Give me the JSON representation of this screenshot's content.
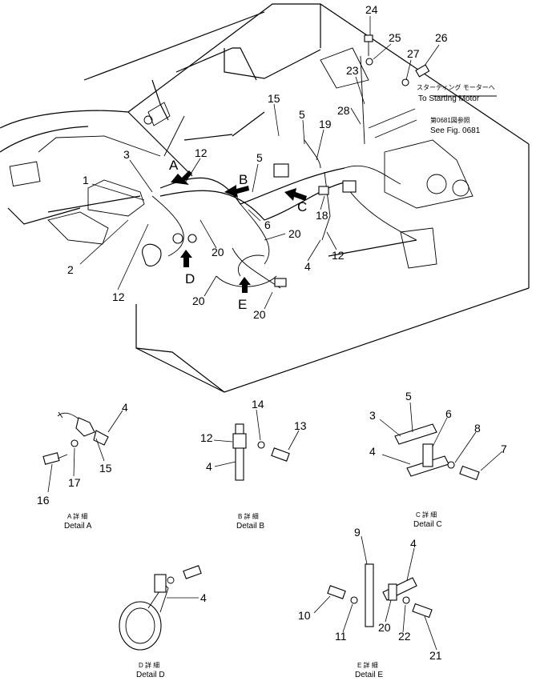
{
  "numbers": {
    "n24": "24",
    "n25": "25",
    "n26": "26",
    "n27": "27",
    "n23": "23",
    "n28": "28",
    "n15": "15",
    "n5a": "5",
    "n19": "19",
    "n3": "3",
    "n12a": "12",
    "n5b": "5",
    "n1": "1",
    "n18": "18",
    "n6": "6",
    "n20a": "20",
    "n20b": "20",
    "n2": "2",
    "n12b": "12",
    "n4": "4",
    "n12c": "12",
    "n20c": "20",
    "n20d": "20",
    "dA_4": "4",
    "dA_15": "15",
    "dA_16": "16",
    "dA_17": "17",
    "dB_14": "14",
    "dB_13": "13",
    "dB_12": "12",
    "dB_4": "4",
    "dC_5": "5",
    "dC_3": "3",
    "dC_6": "6",
    "dC_8": "8",
    "dC_4": "4",
    "dC_7": "7",
    "dD_4": "4",
    "dE_9": "9",
    "dE_4": "4",
    "dE_10": "10",
    "dE_11": "11",
    "dE_20": "20",
    "dE_22": "22",
    "dE_21": "21"
  },
  "arrows": {
    "A": "A",
    "B": "B",
    "C": "C",
    "D": "D",
    "E": "E"
  },
  "annotations": {
    "starting_jp": "スターティング モーターへ",
    "starting_en": "To Starting Motor",
    "fig_jp": "第0681図参照",
    "fig_en": "See Fig. 0681"
  },
  "details": {
    "A": {
      "jp": "A 詳 細",
      "en": "Detail A"
    },
    "B": {
      "jp": "B 詳 細",
      "en": "Detail B"
    },
    "C": {
      "jp": "C 詳 細",
      "en": "Detail C"
    },
    "D": {
      "jp": "D 詳 細",
      "en": "Detail D"
    },
    "E": {
      "jp": "E 詳 細",
      "en": "Detail E"
    }
  }
}
